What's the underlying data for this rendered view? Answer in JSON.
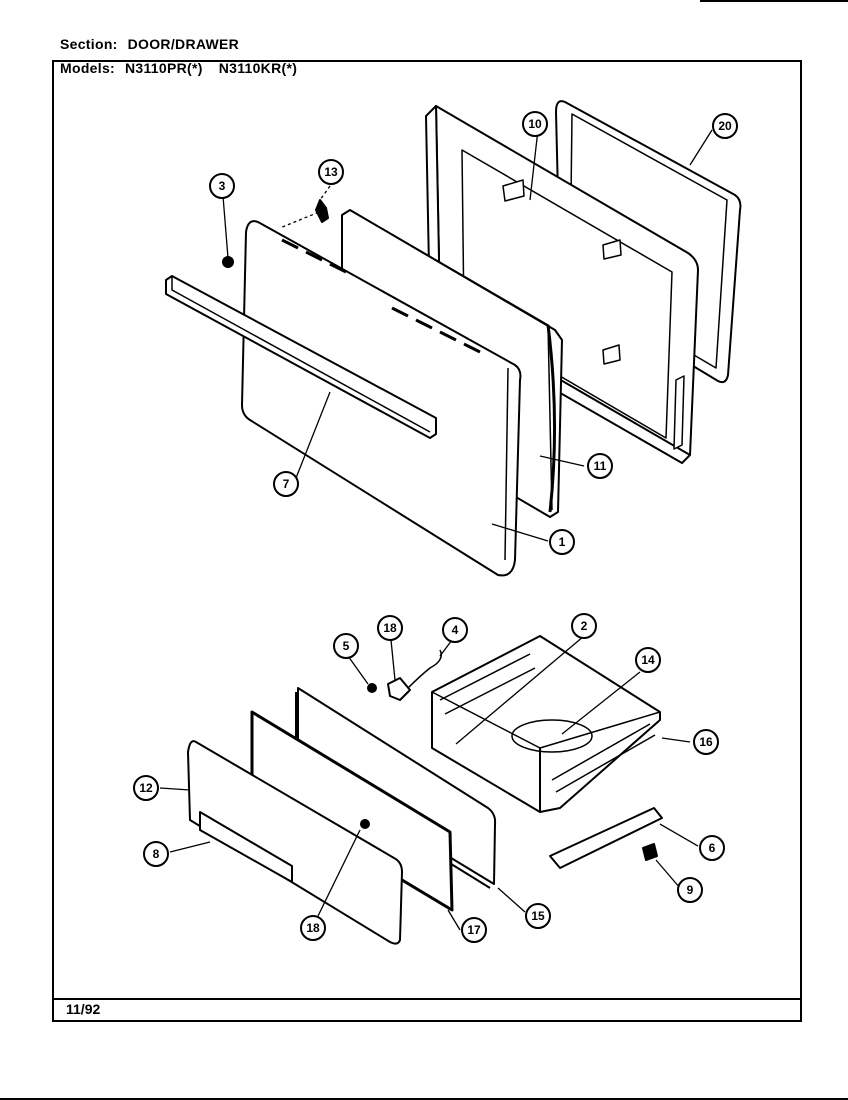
{
  "header": {
    "section_label": "Section:",
    "section_value": "DOOR/DRAWER",
    "models_label": "Models:",
    "model_1": "N3110PR(*)",
    "model_2": "N3110KR(*)"
  },
  "footer": {
    "date_code": "11/92"
  },
  "callouts": [
    "1",
    "2",
    "3",
    "4",
    "5",
    "6",
    "7",
    "8",
    "9",
    "10",
    "11",
    "12",
    "13",
    "14",
    "15",
    "16",
    "17",
    "18",
    "18",
    "20"
  ]
}
